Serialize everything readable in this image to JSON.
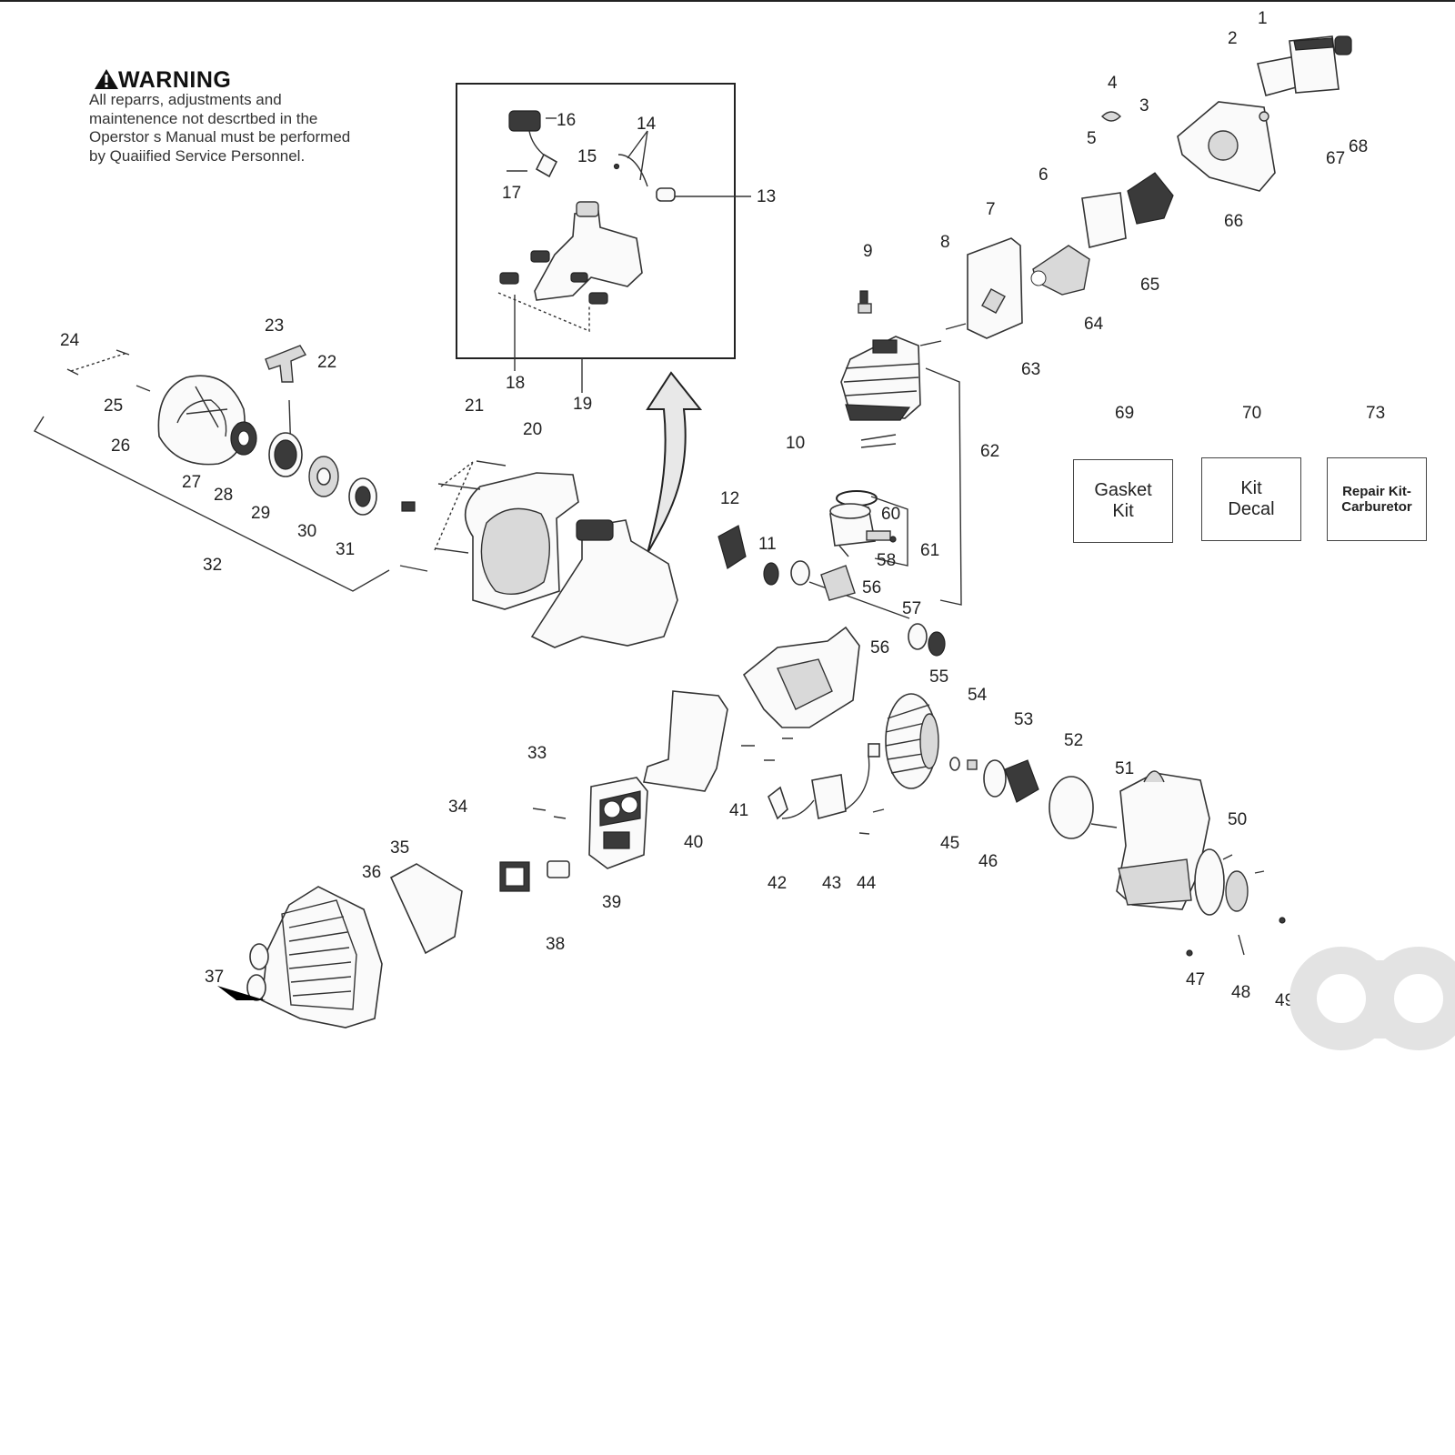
{
  "warning": {
    "title": "WARNING",
    "body": "All reparrs, adjustments and maintenence not descrtbed in the Operstor s Manual must be performed by Quaiified Service Personnel."
  },
  "kits": [
    {
      "number": "69",
      "label": "Gasket\nKit"
    },
    {
      "number": "70",
      "label": "Kit\nDecal"
    },
    {
      "number": "73",
      "label": "Repair Kit-\nCarburetor"
    }
  ],
  "callouts": [
    "1",
    "2",
    "3",
    "4",
    "5",
    "6",
    "7",
    "8",
    "9",
    "10",
    "11",
    "12",
    "13",
    "14",
    "15",
    "16",
    "17",
    "18",
    "19",
    "20",
    "21",
    "22",
    "23",
    "24",
    "25",
    "26",
    "27",
    "28",
    "29",
    "30",
    "31",
    "32",
    "33",
    "34",
    "35",
    "36",
    "37",
    "38",
    "39",
    "40",
    "41",
    "42",
    "43",
    "44",
    "45",
    "46",
    "47",
    "48",
    "49",
    "50",
    "51",
    "52",
    "53",
    "54",
    "55",
    "56",
    "56",
    "57",
    "58",
    "60",
    "61",
    "62",
    "63",
    "64",
    "65",
    "66",
    "67",
    "68"
  ],
  "colors": {
    "line": "#333333",
    "text": "#222222",
    "watermark": "#e3e3e3"
  }
}
